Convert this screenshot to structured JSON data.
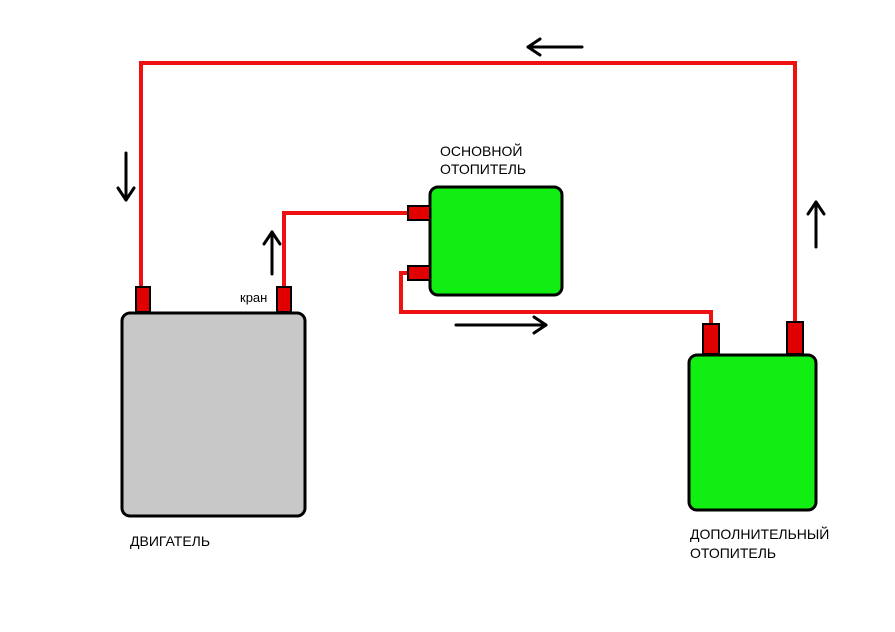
{
  "labels": {
    "engine": "ДВИГАТЕЛЬ",
    "main_heater_line1": "ОСНОВНОЙ",
    "main_heater_line2": "ОТОПИТЕЛЬ",
    "aux_heater_line1": "ДОПОЛНИТЕЛЬНЫЙ",
    "aux_heater_line2": "ОТОПИТЕЛЬ",
    "valve": "кран"
  },
  "colors": {
    "pipe": "#ee1111",
    "fitting": "#e00000",
    "engine_fill": "#c8c8c8",
    "heater_fill": "#11ee11",
    "outline": "#000000",
    "arrow": "#000000"
  }
}
